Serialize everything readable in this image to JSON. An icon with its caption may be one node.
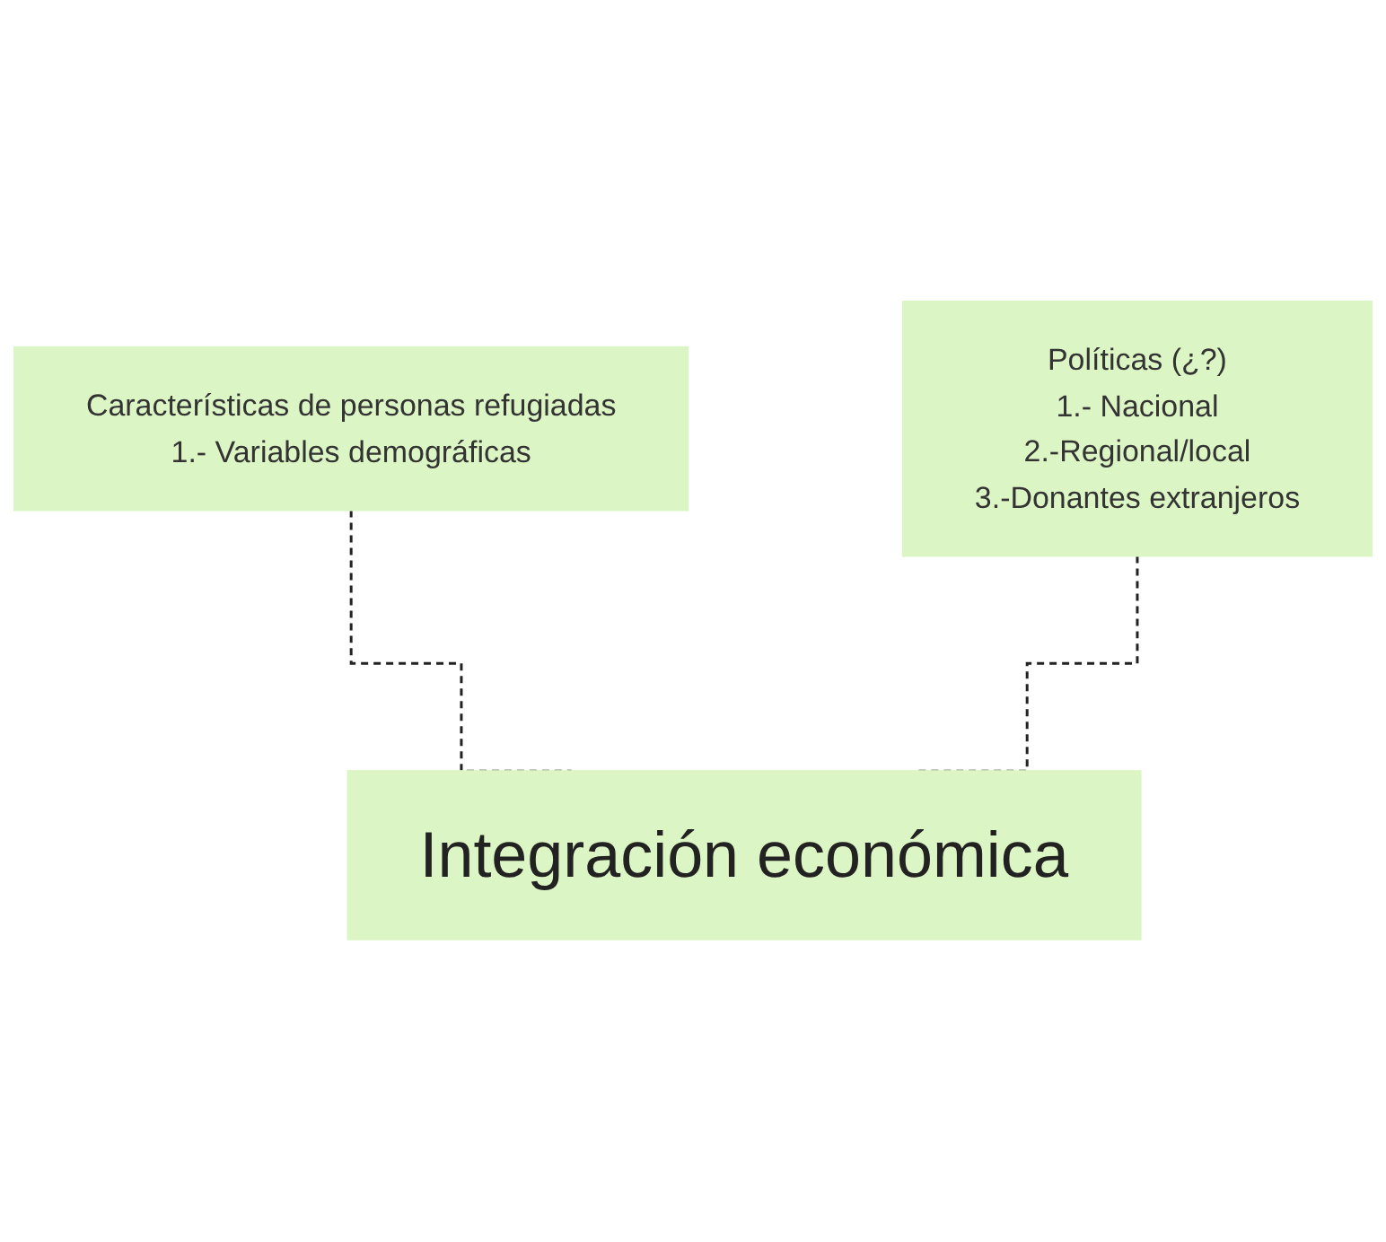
{
  "diagram": {
    "nodes": [
      {
        "text": [
          "Características de personas refugiadas",
          "1.- Variables demográficas"
        ]
      },
      {
        "text": [
          "Políticas (¿?)",
          "1.- Nacional",
          "2.-Regional/local",
          "3.-Donantes extranjeros"
        ]
      },
      {
        "text": [
          "Integración económica"
        ]
      }
    ],
    "edges": [
      {
        "from": 0,
        "to": 2,
        "arrow": "none",
        "style": "dashed"
      },
      {
        "from": 1,
        "to": 2,
        "arrow": "none",
        "style": "dashed"
      }
    ]
  }
}
